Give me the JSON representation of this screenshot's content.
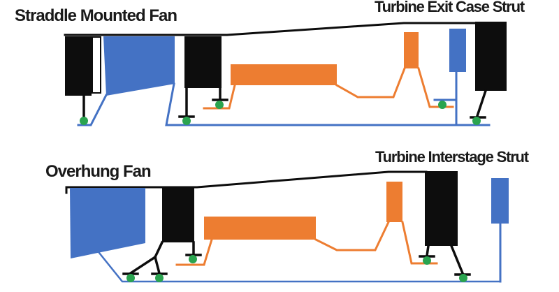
{
  "palette": {
    "background": "#ffffff",
    "text": "#1a1a1a",
    "black": "#0d0d0d",
    "blue": "#4472c4",
    "orange": "#ed7d31",
    "green": "#2aa44f"
  },
  "diagrams": {
    "top": {
      "left_label": "Straddle Mounted Fan",
      "right_label": "Turbine Exit Case Strut"
    },
    "bottom": {
      "left_label": "Overhung Fan",
      "right_label": "Turbine Interstage Strut"
    }
  }
}
